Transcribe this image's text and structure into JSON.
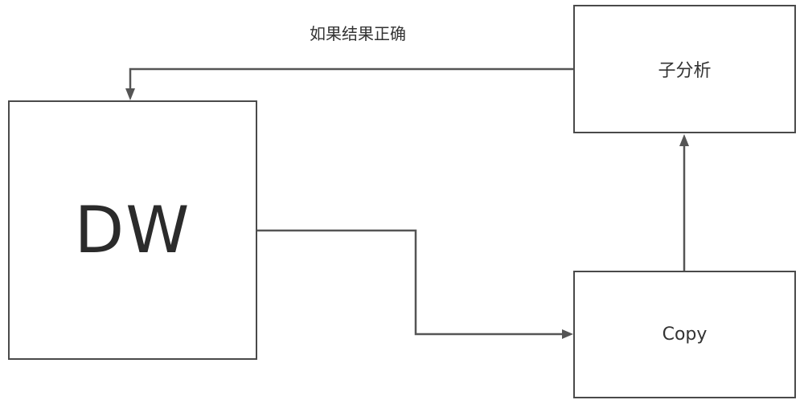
{
  "diagram": {
    "nodes": {
      "dw": {
        "label": "DW"
      },
      "sub_analysis": {
        "label": "子分析"
      },
      "copy": {
        "label": "Copy"
      }
    },
    "edges": [
      {
        "from": "dw",
        "to": "copy",
        "label": ""
      },
      {
        "from": "copy",
        "to": "sub_analysis",
        "label": ""
      },
      {
        "from": "sub_analysis",
        "to": "dw",
        "label": "如果结果正确"
      }
    ],
    "edge_label_feedback": "如果结果正确",
    "stroke_color": "#555555"
  }
}
